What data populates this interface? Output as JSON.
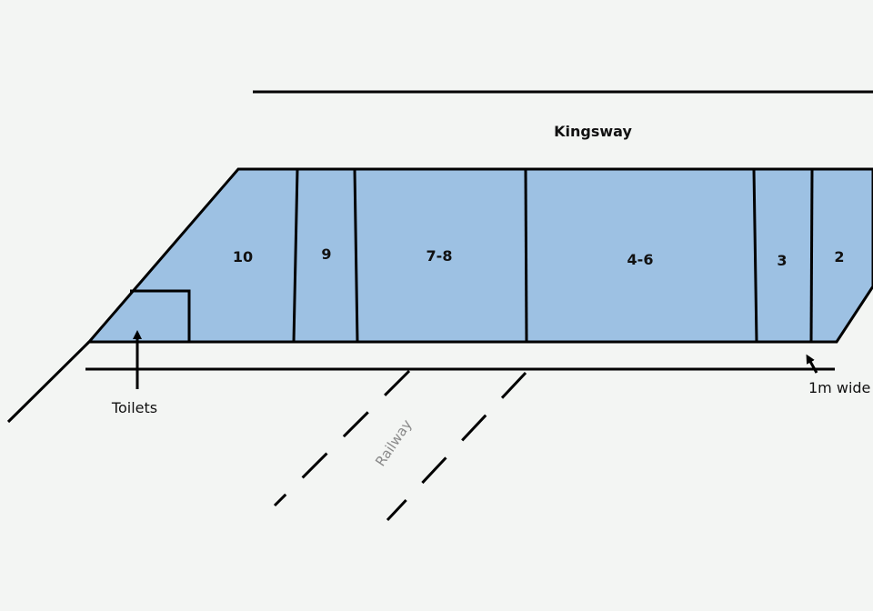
{
  "colors": {
    "background": "#f3f5f3",
    "building_fill": "#9dc1e3",
    "line": "#000000",
    "railway_label": "#8a8a8a"
  },
  "road": {
    "name": "Kingsway"
  },
  "units": [
    {
      "label": "10"
    },
    {
      "label": "9"
    },
    {
      "label": "7-8"
    },
    {
      "label": "4-6"
    },
    {
      "label": "3"
    },
    {
      "label": "2"
    }
  ],
  "annotations": {
    "toilets": "Toilets",
    "passage_width": "1m wide",
    "railway": "Railway"
  },
  "icons": {
    "toilets_pointer": "arrow-up-icon",
    "passage_pointer": "arrow-up-left-icon"
  }
}
